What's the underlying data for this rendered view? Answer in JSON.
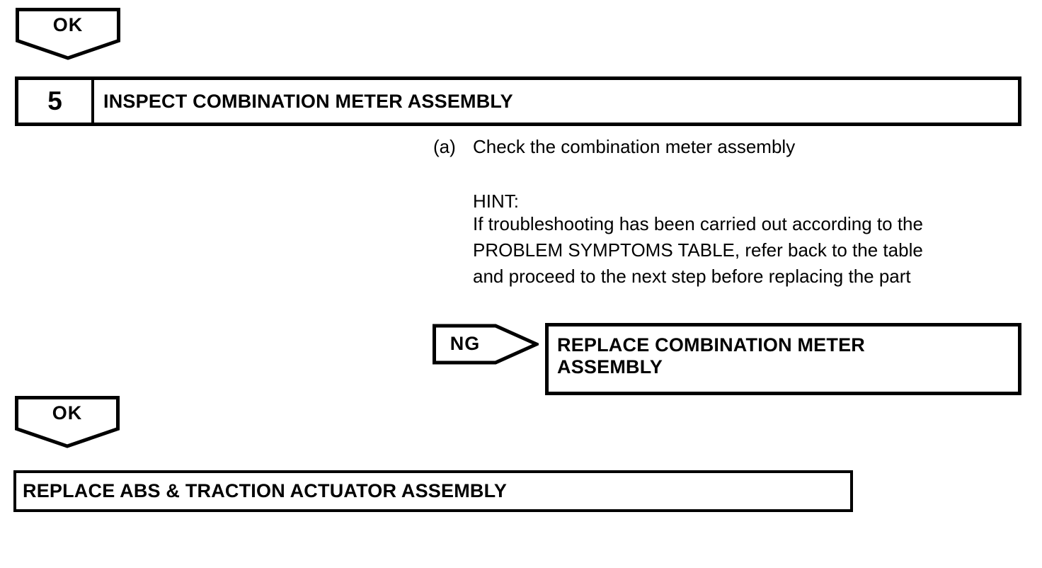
{
  "page": {
    "background_color": "#ffffff",
    "line_color": "#000000"
  },
  "flow": {
    "ok_top": {
      "label": "OK"
    },
    "step": {
      "number": "5",
      "title": "INSPECT COMBINATION METER ASSEMBLY"
    },
    "instruction": {
      "marker": "(a)",
      "text": "Check the combination meter assembly"
    },
    "hint": {
      "label": "HINT:",
      "lines": [
        "If troubleshooting has been carried out according to the",
        "PROBLEM SYMPTOMS TABLE, refer back to the table",
        "and proceed to the next step before replacing the part"
      ]
    },
    "ng_branch": {
      "label": "NG",
      "action": "REPLACE COMBINATION METER\nASSEMBLY"
    },
    "ok_bottom": {
      "label": "OK"
    },
    "final_step": {
      "title": "REPLACE ABS & TRACTION ACTUATOR ASSEMBLY"
    }
  }
}
